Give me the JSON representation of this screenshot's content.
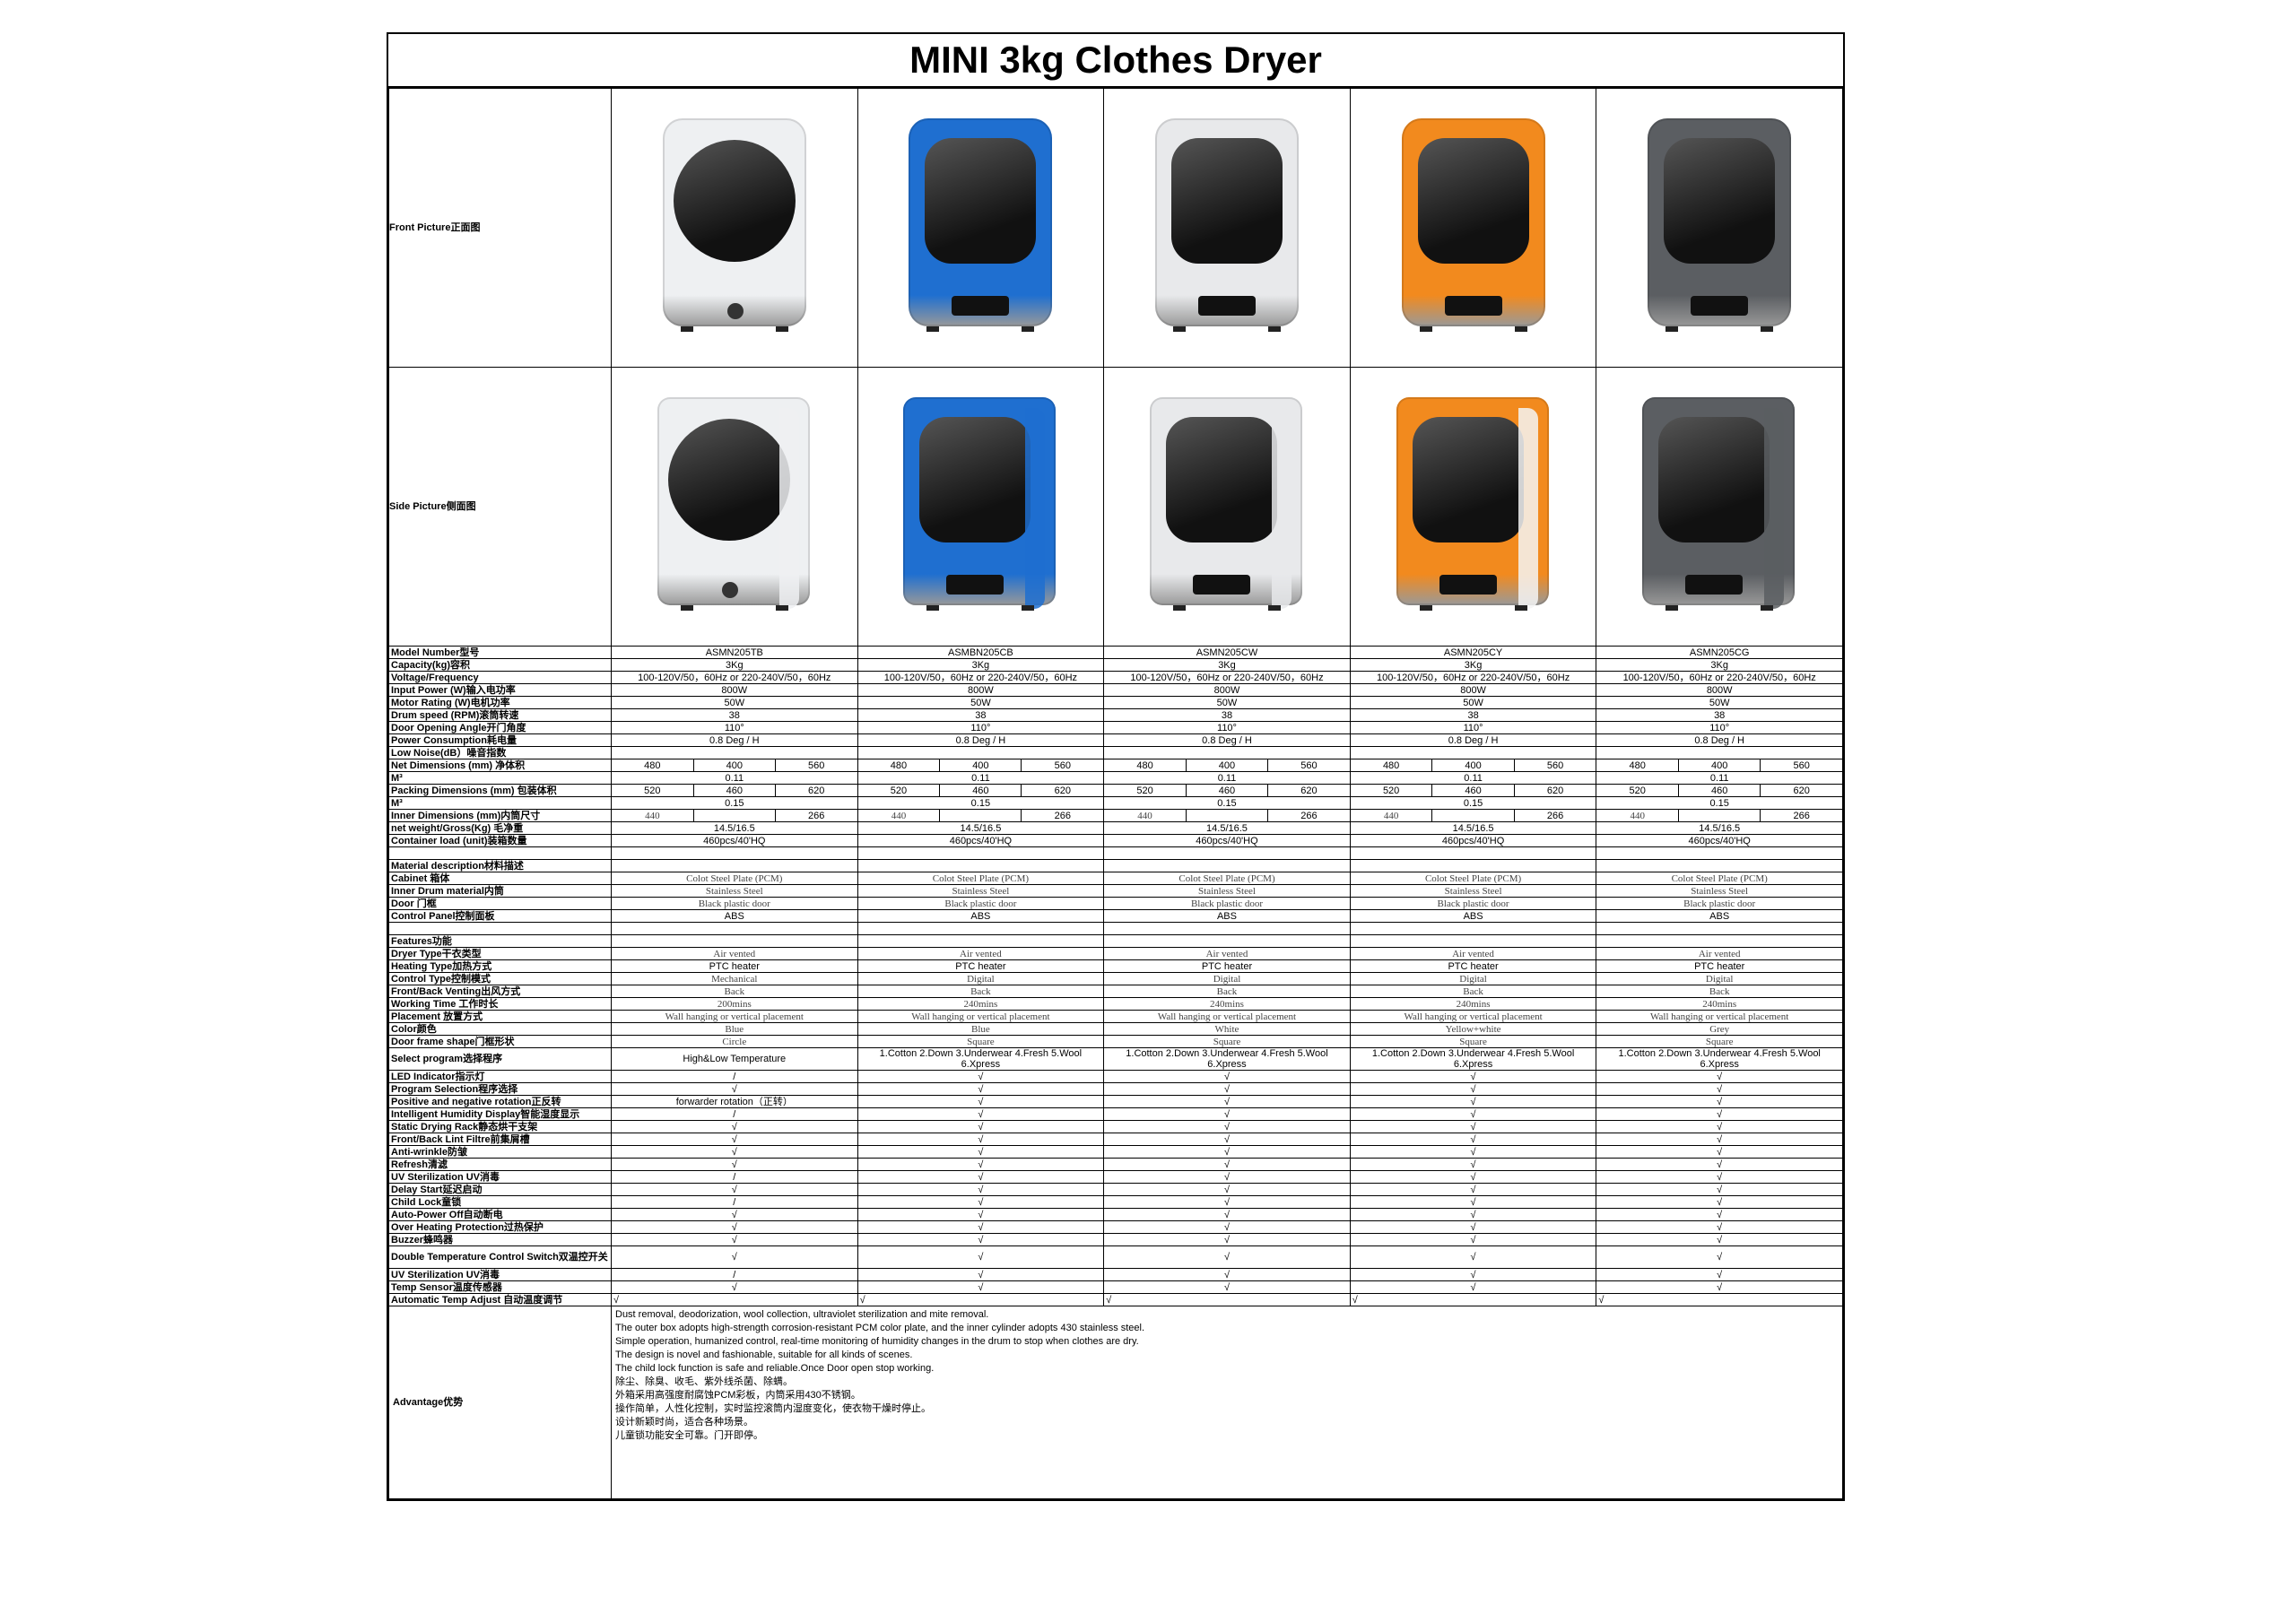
{
  "title": "MINI 3kg Clothes Dryer",
  "picture_rows": {
    "front_label": "Front Picture正面图",
    "side_label": "Side Picture侧面图"
  },
  "models": [
    {
      "color": "#eef0f2",
      "style": "round"
    },
    {
      "color": "#1f6fd0",
      "style": "square"
    },
    {
      "color": "#e8e9eb",
      "style": "square"
    },
    {
      "color": "#f28a1e",
      "style": "square"
    },
    {
      "color": "#5b5e62",
      "style": "square"
    }
  ],
  "rows": [
    {
      "label": "Model Number型号",
      "cells": [
        "ASMN205TB",
        "ASMBN205CB",
        "ASMN205CW",
        "ASMN205CY",
        "ASMN205CG"
      ]
    },
    {
      "label": "Capacity(kg)容积",
      "cells": [
        "3Kg",
        "3Kg",
        "3Kg",
        "3Kg",
        "3Kg"
      ]
    },
    {
      "label": "Voltage/Frequency",
      "cells": [
        "100-120V/50，60Hz or 220-240V/50，60Hz",
        "100-120V/50，60Hz or 220-240V/50，60Hz",
        "100-120V/50，60Hz or 220-240V/50，60Hz",
        "100-120V/50，60Hz or 220-240V/50，60Hz",
        "100-120V/50，60Hz or 220-240V/50，60Hz"
      ]
    },
    {
      "label": "Input Power (W)输入电功率",
      "cells": [
        "800W",
        "800W",
        "800W",
        "800W",
        "800W"
      ]
    },
    {
      "label": "Motor Rating (W)电机功率",
      "cells": [
        "50W",
        "50W",
        "50W",
        "50W",
        "50W"
      ]
    },
    {
      "label": "Drum speed (RPM)滚筒转速",
      "cells": [
        "38",
        "38",
        "38",
        "38",
        "38"
      ]
    },
    {
      "label": "Door Opening Angle开门角度",
      "cells": [
        "110°",
        "110°",
        "110°",
        "110°",
        "110°"
      ]
    },
    {
      "label": "Power Consumption耗电量",
      "cells": [
        "0.8 Deg / H",
        "0.8 Deg / H",
        "0.8 Deg / H",
        "0.8 Deg / H",
        "0.8 Deg / H"
      ]
    },
    {
      "label": "Low Noise(dB）噪音指数",
      "cells": [
        "",
        "",
        "",
        "",
        ""
      ]
    },
    {
      "label": "Net Dimensions (mm)  净体积",
      "triple": [
        [
          "480",
          "400",
          "560"
        ],
        [
          "480",
          "400",
          "560"
        ],
        [
          "480",
          "400",
          "560"
        ],
        [
          "480",
          "400",
          "560"
        ],
        [
          "480",
          "400",
          "560"
        ]
      ]
    },
    {
      "label": "M³",
      "cells": [
        "0.11",
        "0.11",
        "0.11",
        "0.11",
        "0.11"
      ]
    },
    {
      "label": "Packing Dimensions (mm)  包装体积",
      "triple": [
        [
          "520",
          "460",
          "620"
        ],
        [
          "520",
          "460",
          "620"
        ],
        [
          "520",
          "460",
          "620"
        ],
        [
          "520",
          "460",
          "620"
        ],
        [
          "520",
          "460",
          "620"
        ]
      ]
    },
    {
      "label": "M³",
      "cells": [
        "0.15",
        "0.15",
        "0.15",
        "0.15",
        "0.15"
      ]
    },
    {
      "label": "Inner Dimensions (mm)内筒尺寸",
      "triple": [
        [
          "440",
          "",
          "266"
        ],
        [
          "440",
          "",
          "266"
        ],
        [
          "440",
          "",
          "266"
        ],
        [
          "440",
          "",
          "266"
        ],
        [
          "440",
          "",
          "266"
        ]
      ]
    },
    {
      "label": "net weight/Gross(Kg)   毛净重",
      "cells": [
        "14.5/16.5",
        "14.5/16.5",
        "14.5/16.5",
        "14.5/16.5",
        "14.5/16.5"
      ]
    },
    {
      "label": "Container load (unit)装箱数量",
      "cells": [
        "460pcs/40'HQ",
        "460pcs/40'HQ",
        "460pcs/40'HQ",
        "460pcs/40'HQ",
        "460pcs/40'HQ"
      ]
    },
    {
      "label": "",
      "cells": [
        "",
        "",
        "",
        "",
        ""
      ]
    },
    {
      "label": "Material description材料描述",
      "cells": [
        "",
        "",
        "",
        "",
        ""
      ]
    },
    {
      "label": "Cabinet 箱体",
      "serif": true,
      "cells": [
        "Colot Steel Plate (PCM)",
        "Colot Steel Plate (PCM)",
        "Colot Steel Plate (PCM)",
        "Colot Steel Plate (PCM)",
        "Colot Steel Plate (PCM)"
      ]
    },
    {
      "label": "Inner Drum material内筒",
      "serif": true,
      "cells": [
        "Stainless Steel",
        "Stainless Steel",
        "Stainless Steel",
        "Stainless Steel",
        "Stainless Steel"
      ]
    },
    {
      "label": "Door 门框",
      "serif": true,
      "cells": [
        "Black plastic door",
        "Black plastic door",
        "Black plastic door",
        "Black plastic door",
        "Black plastic door"
      ]
    },
    {
      "label": "Control Panel控制面板",
      "cells": [
        "ABS",
        "ABS",
        "ABS",
        "ABS",
        "ABS"
      ]
    },
    {
      "label": "",
      "cells": [
        "",
        "",
        "",
        "",
        ""
      ]
    },
    {
      "label": "Features功能",
      "cells": [
        "",
        "",
        "",
        "",
        ""
      ]
    },
    {
      "label": "Dryer Type干衣类型",
      "serif": true,
      "cells": [
        "Air vented",
        "Air vented",
        "Air vented",
        "Air vented",
        "Air vented"
      ]
    },
    {
      "label": "Heating Type加热方式",
      "cells": [
        "PTC heater",
        "PTC heater",
        "PTC heater",
        "PTC heater",
        "PTC heater"
      ]
    },
    {
      "label": "Control Type控制模式",
      "serif": true,
      "cells": [
        "Mechanical",
        "Digital",
        "Digital",
        "Digital",
        "Digital"
      ]
    },
    {
      "label": "Front/Back Venting出风方式",
      "serif": true,
      "cells": [
        "Back",
        "Back",
        "Back",
        "Back",
        "Back"
      ]
    },
    {
      "label": "Working Time 工作时长",
      "serif": true,
      "cells": [
        "200mins",
        "240mins",
        "240mins",
        "240mins",
        "240mins"
      ]
    },
    {
      "label": "Placement 放置方式",
      "serif": true,
      "cells": [
        "Wall hanging or vertical placement",
        "Wall hanging or vertical placement",
        "Wall hanging or vertical placement",
        "Wall hanging or vertical placement",
        "Wall hanging or vertical placement"
      ]
    },
    {
      "label": "Color颜色",
      "serif": true,
      "cells": [
        "Blue",
        "Blue",
        "White",
        "Yellow+white",
        "Grey"
      ]
    },
    {
      "label": "Door frame shape门框形状",
      "serif": true,
      "cells": [
        "Circle",
        "Square",
        "Square",
        "Square",
        "Square"
      ]
    },
    {
      "label": "Select program选择程序",
      "tall": true,
      "cells": [
        "High&Low Temperature",
        "1.Cotton 2.Down 3.Underwear 4.Fresh 5.Wool 6.Xpress",
        "1.Cotton 2.Down 3.Underwear 4.Fresh 5.Wool 6.Xpress",
        "1.Cotton 2.Down 3.Underwear 4.Fresh 5.Wool 6.Xpress",
        "1.Cotton 2.Down 3.Underwear 4.Fresh 5.Wool 6.Xpress"
      ]
    },
    {
      "label": "LED Indicator指示灯",
      "cells": [
        "/",
        "√",
        "√",
        "√",
        "√"
      ]
    },
    {
      "label": "Program Selection程序选择",
      "cells": [
        "√",
        "√",
        "√",
        "√",
        "√"
      ]
    },
    {
      "label": "Positive and negative rotation正反转",
      "cells": [
        "forwarder rotation（正转）",
        "√",
        "√",
        "√",
        "√"
      ]
    },
    {
      "label": "Intelligent Humidity Display智能湿度显示",
      "cells": [
        "/",
        "√",
        "√",
        "√",
        "√"
      ]
    },
    {
      "label": "Static Drying Rack静态烘干支架",
      "cells": [
        "√",
        "√",
        "√",
        "√",
        "√"
      ]
    },
    {
      "label": "Front/Back Lint Filtre前集屑槽",
      "cells": [
        "√",
        "√",
        "√",
        "√",
        "√"
      ]
    },
    {
      "label": "Anti-wrinkle防皱",
      "cells": [
        "√",
        "√",
        "√",
        "√",
        "√"
      ]
    },
    {
      "label": "Refresh清滤",
      "cells": [
        "√",
        "√",
        "√",
        "√",
        "√"
      ]
    },
    {
      "label": "UV Sterilization UV消毒",
      "cells": [
        "/",
        "√",
        "√",
        "√",
        "√"
      ]
    },
    {
      "label": "Delay Start延迟启动",
      "cells": [
        "√",
        "√",
        "√",
        "√",
        "√"
      ]
    },
    {
      "label": "Child Lock童锁",
      "cells": [
        "/",
        "√",
        "√",
        "√",
        "√"
      ]
    },
    {
      "label": "Auto-Power Off自动断电",
      "cells": [
        "√",
        "√",
        "√",
        "√",
        "√"
      ]
    },
    {
      "label": "Over Heating Protection过热保护",
      "cells": [
        "√",
        "√",
        "√",
        "√",
        "√"
      ]
    },
    {
      "label": "Buzzer蜂鸣器",
      "cells": [
        "√",
        "√",
        "√",
        "√",
        "√"
      ]
    },
    {
      "label": "Double Temperature Control Switch双温控开关",
      "tall": true,
      "cells": [
        "√",
        "√",
        "√",
        "√",
        "√"
      ]
    },
    {
      "label": "UV Sterilization UV消毒",
      "cells": [
        "/",
        "√",
        "√",
        "√",
        "√"
      ]
    },
    {
      "label": "Temp Sensor温度传感器",
      "cells": [
        "√",
        "√",
        "√",
        "√",
        "√"
      ]
    },
    {
      "label": "Automatic Temp Adjust 自动温度调节",
      "leftcells": true,
      "cells": [
        "√",
        "√",
        "√",
        "√",
        "√"
      ]
    }
  ],
  "advantage": {
    "label": "Advantage优势",
    "lines": [
      "Dust removal, deodorization, wool collection, ultraviolet sterilization and mite removal.",
      "The outer box adopts high-strength corrosion-resistant PCM color plate, and the inner cylinder adopts 430 stainless steel.",
      "Simple operation, humanized control, real-time monitoring of humidity changes in the drum to stop when clothes are dry.",
      "The design is novel and fashionable, suitable for all kinds of scenes.",
      "The child lock function is safe and reliable.Once Door open stop working.",
      "除尘、除臭、收毛、紫外线杀菌、除螨。",
      "外箱采用高强度耐腐蚀PCM彩板，内筒采用430不锈钢。",
      "操作简单，人性化控制，实时监控滚筒内湿度变化，使衣物干燥时停止。",
      "设计新颖时尚，适合各种场景。",
      "儿童锁功能安全可靠。门开即停。"
    ]
  }
}
